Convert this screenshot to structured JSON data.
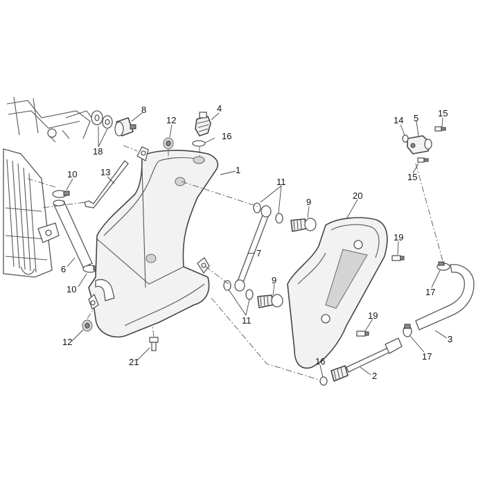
{
  "callouts": {
    "c1": "1",
    "c2": "2",
    "c3": "3",
    "c4": "4",
    "c5": "5",
    "c6": "6",
    "c7": "7",
    "c8": "8",
    "c9a": "9",
    "c9b": "9",
    "c10a": "10",
    "c10b": "10",
    "c11a": "11",
    "c11b": "11",
    "c12a": "12",
    "c12b": "12",
    "c13": "13",
    "c14": "14",
    "c15a": "15",
    "c15b": "15",
    "c16a": "16",
    "c16b": "16",
    "c17a": "17",
    "c17b": "17",
    "c18": "18",
    "c19a": "19",
    "c19b": "19",
    "c20": "20",
    "c21": "21"
  }
}
